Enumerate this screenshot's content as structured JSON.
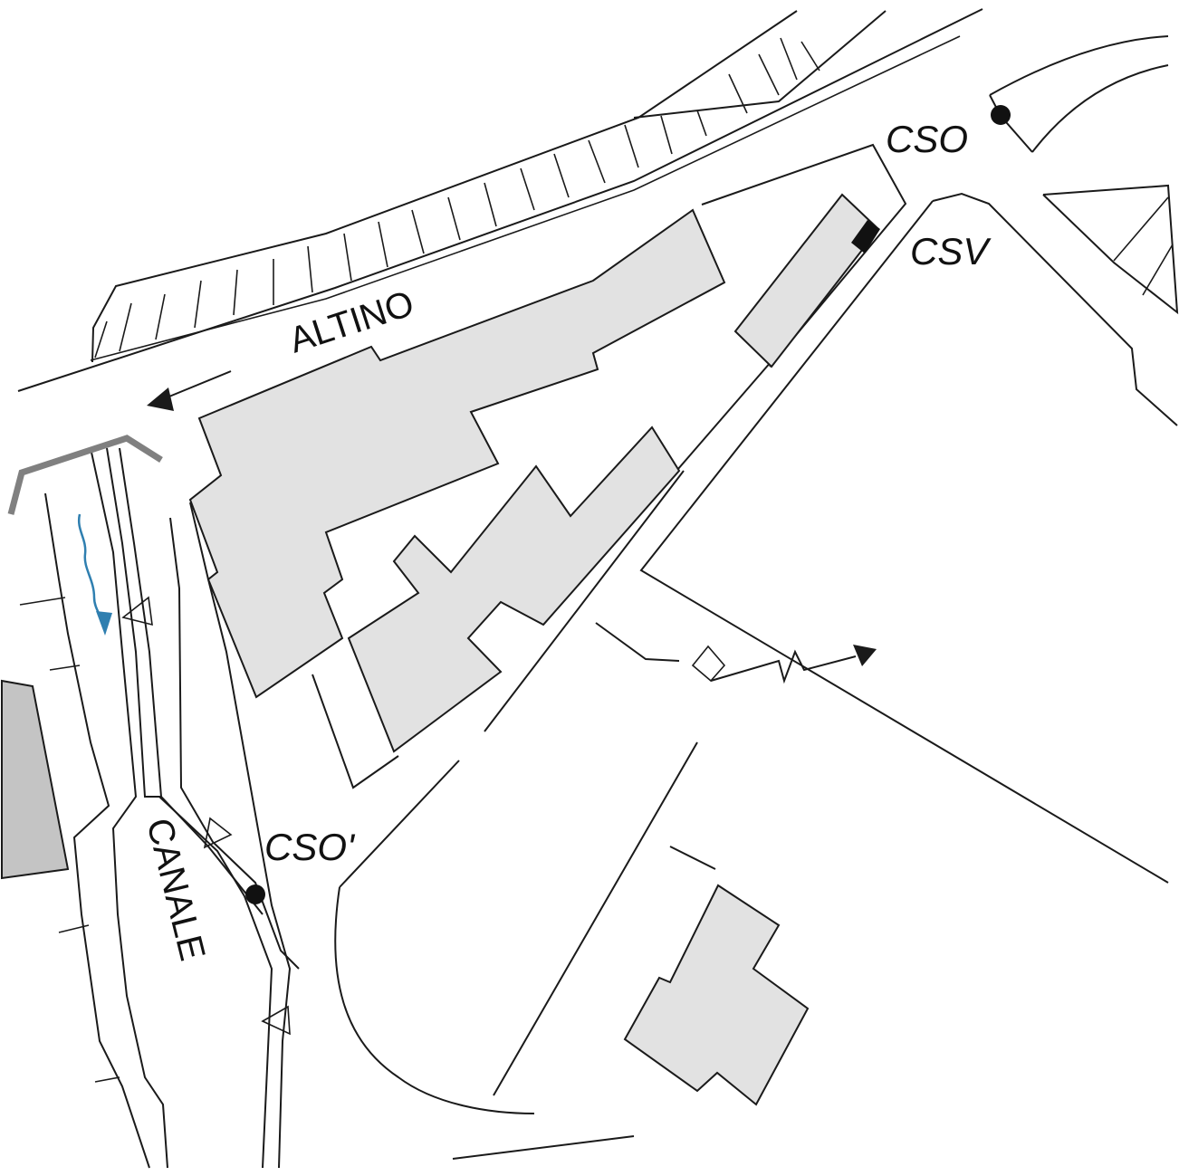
{
  "labels": {
    "altino": "ALTINO",
    "canale": "CANALE",
    "cso_top": "CSO",
    "csv": "CSV",
    "cso_prime": "CSO'"
  },
  "colors": {
    "building_fill": "#e2e2e2",
    "building_dark_fill": "#c4c4c4",
    "weir_gray": "#808080",
    "flow_blue": "#2f7fb0",
    "ink": "#1a1a1a"
  },
  "icons": {
    "flow_direction": "flow-arrow-icon",
    "cso_marker": "filled-circle-icon",
    "csv_marker": "filled-rectangle-icon",
    "traffic_direction": "triangle-arrow-icon",
    "outfall_triangle": "hollow-triangle-icon"
  }
}
